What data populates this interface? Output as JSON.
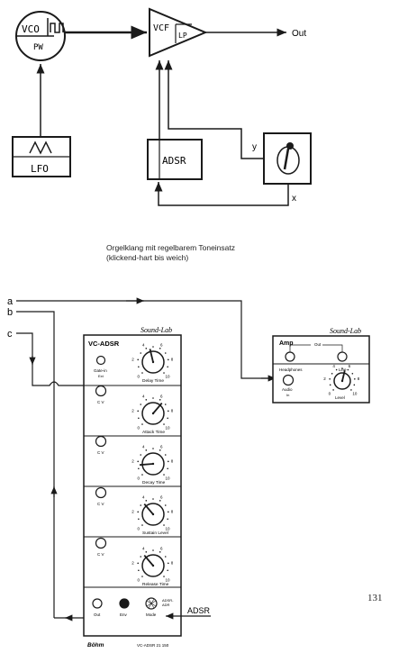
{
  "synth_patch": {
    "vco": {
      "label": "VCO",
      "sub_label": "PW"
    },
    "vcf": {
      "label": "VCF",
      "sub_label": "LP"
    },
    "out_label": "Out",
    "lfo": {
      "label": "LFO"
    },
    "adsr": {
      "label": "ADSR"
    },
    "joystick_axes": {
      "y": "y",
      "x": "x"
    }
  },
  "caption": {
    "line1": "Orgelklang mit regelbarem Toneinsatz",
    "line2": "(klickend-hart bis weich)"
  },
  "signal_labels": {
    "a": "a",
    "b": "b",
    "c": "c"
  },
  "vc_adsr_module": {
    "title": "VC-ADSR",
    "brand": "Sound-Lab",
    "gate_label": "Gate-in",
    "gate_sub": "Ext",
    "cv_labels": [
      "C V",
      "C V",
      "C V",
      "C V"
    ],
    "knobs": [
      {
        "label": "Delay Time",
        "value": 0.45
      },
      {
        "label": "Attack Time",
        "value": 0.65
      },
      {
        "label": "Decay Time",
        "value": 0.15
      },
      {
        "label": "Sustain Level",
        "value": 0.35
      },
      {
        "label": "Release Time",
        "value": 0.35
      }
    ],
    "out_label": "Out",
    "env_label": "Env",
    "mode_label": "Mode",
    "mode_switch_label": "ADSR-\nADR",
    "footer_brand": "Böhm",
    "footer_model": "VC-ADSR 21 150"
  },
  "adsr_arrow_label": "ADSR",
  "amp_module": {
    "title": "Amp",
    "brand": "Sound-Lab",
    "out_label": "Out",
    "headphones_label": "Headphones",
    "line_label": "Line",
    "audio_label": "Audio",
    "audio_sub": "In",
    "level_label": "Level",
    "level_value": 0.55
  },
  "page_number": "131"
}
